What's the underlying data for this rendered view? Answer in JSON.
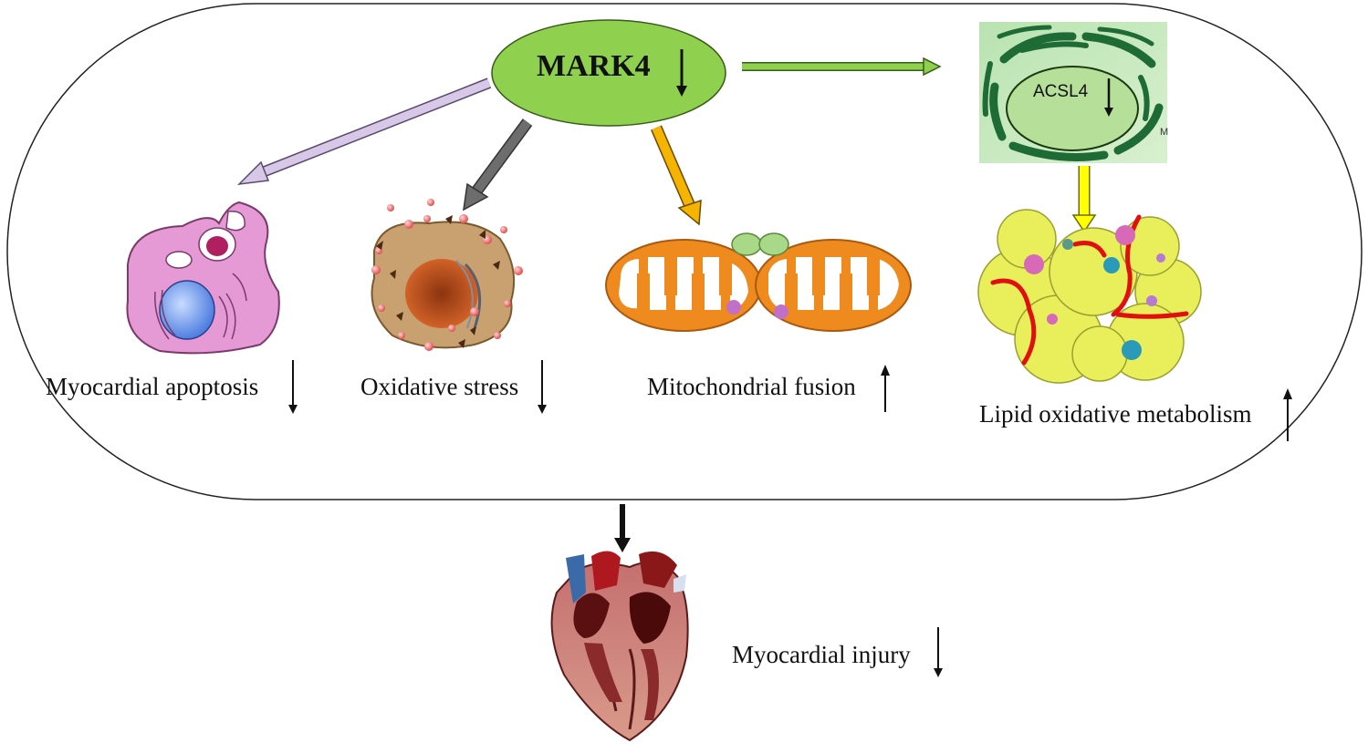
{
  "center_protein": {
    "label": "MARK4",
    "direction": "down"
  },
  "er_protein": {
    "label": "ACSL4",
    "direction": "down"
  },
  "outcomes": [
    {
      "id": "apoptosis",
      "label": "Myocardial apoptosis",
      "direction": "down"
    },
    {
      "id": "oxidative",
      "label": "Oxidative stress",
      "direction": "down"
    },
    {
      "id": "fusion",
      "label": "Mitochondrial fusion",
      "direction": "up"
    },
    {
      "id": "lipid",
      "label": "Lipid oxidative metabolism",
      "direction": "up"
    }
  ],
  "final_outcome": {
    "label": "Myocardial injury",
    "direction": "down"
  },
  "colors": {
    "ellipse_green": "#8fd14f",
    "arrow_lavender": "#d8c8e8",
    "arrow_gray": "#6d6d6d",
    "arrow_orange": "#f5b400",
    "arrow_green": "#8fd14f",
    "arrow_yellow": "#ffff00",
    "er_green": "#1f6b35",
    "mito_orange": "#ef8a1f",
    "lipid_yellow": "#e8ef5a",
    "cell_pink": "#e59ad5",
    "cell_brown": "#c9a070"
  }
}
